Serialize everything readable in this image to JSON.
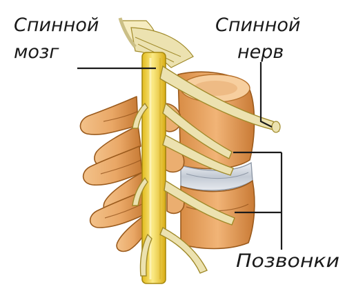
{
  "labels": {
    "spinal_cord": {
      "line1": "Спинной",
      "line2": "мозг"
    },
    "spinal_nerve": {
      "line1": "Спинной",
      "line2": "нерв"
    },
    "vertebrae": {
      "text": "Позвонки"
    }
  },
  "colors": {
    "bone": "#e9a766",
    "bone_light": "#f7cf9f",
    "bone_dark": "#c77a34",
    "cord": "#f1d23b",
    "cord_light": "#fbea86",
    "nerve": "#ece2b0",
    "disc": "#cdd3dc",
    "leader": "#1a1a1a"
  }
}
